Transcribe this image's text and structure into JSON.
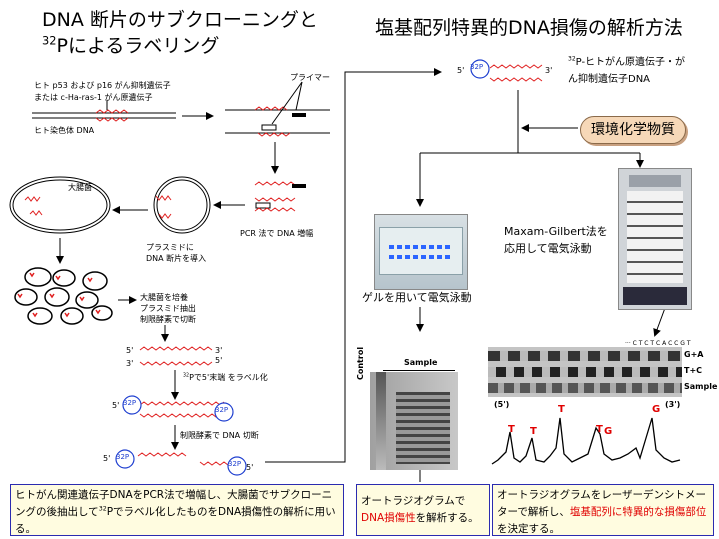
{
  "titles": {
    "left_line1": "DNA 断片のサブクローニングと",
    "left_line2_sup": "32",
    "left_line2_rest": "Pによるラベリング",
    "right": "塩基配列特異的DNA損傷の解析方法"
  },
  "left": {
    "gene_line1": "ヒト p53 および p16 がん抑制遺伝子",
    "gene_line2": "または c-Ha-ras-1 がん原遺伝子",
    "chromosome": "ヒト染色体 DNA",
    "primer": "プライマー",
    "ecoli": "大腸菌",
    "pcr": "PCR 法で DNA 増幅",
    "plasmid_line1": "プラスミドに",
    "plasmid_line2": "DNA 断片を導入",
    "culture_line1": "大腸菌を培養",
    "culture_line2": "プラスミド抽出",
    "culture_line3": "制限酵素で切断",
    "end5": "5'",
    "end3": "3'",
    "label_step_sup": "32",
    "label_step_rest": "Pで5'末端 をラベル化",
    "p_badge": "32P",
    "cut_step": "制限酵素で DNA 切断"
  },
  "right": {
    "end5": "5'",
    "end3": "3'",
    "gene_note_sup": "32",
    "gene_note_line1": "P-ヒトがん原遺伝子・が",
    "gene_note_line2": "ん抑制遺伝子DNA",
    "env_chem": "環境化学物質",
    "maxam_line1": "Maxam-Gilbert法を",
    "maxam_line2": "応用して電気泳動",
    "gel": "ゲルを用いて電気泳動",
    "control": "Control",
    "sample": "Sample",
    "seq": "··· C T C T C A C C G T",
    "lane_ga": "G+A",
    "lane_tc": "T+C",
    "lane_sample": "Sample",
    "trace_5": "(5')",
    "trace_3": "(3')",
    "peak_t": "T",
    "peak_g": "G"
  },
  "bottom": {
    "box1_text": "ヒトがん関連遺伝子DNAをPCR法で増幅し、大腸菌でサブクローニングの後抽出して",
    "box1_sup": "32",
    "box1_text2": "Pでラベル化したものをDNA損傷性の解析に用いる。",
    "box2_text": "オートラジオグラムで",
    "box2_red": "DNA損傷性",
    "box2_text2": "を解析する。",
    "box3_text": "オートラジオグラムをレーザーデンシトメーターで解析し、",
    "box3_red": "塩基配列に特異的な損傷部位",
    "box3_text2": "を決定する。"
  },
  "colors": {
    "dna_red": "#e02020",
    "badge_blue": "#2040d0",
    "box_border": "#2b2bb0",
    "box_bg": "#fffce0",
    "env_bg": "#f6d8b8"
  }
}
